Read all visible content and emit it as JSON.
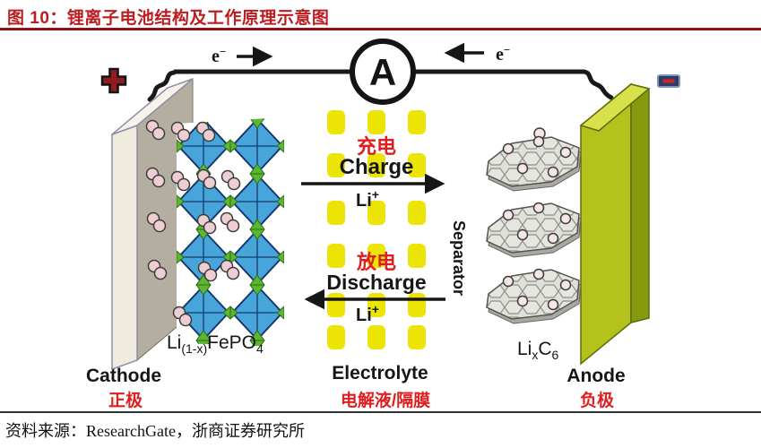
{
  "header": {
    "title": "图 10：锂离子电池结构及工作原理示意图"
  },
  "footer": {
    "source": "资料来源：ResearchGate，浙商证券研究所"
  },
  "circuit": {
    "ammeter_label": "A",
    "electron": {
      "base": "e",
      "sup": "−"
    },
    "plus_terminal": "+",
    "minus_terminal": "−"
  },
  "labels": {
    "charge_zh": "充电",
    "charge_en": "Charge",
    "discharge_zh": "放电",
    "discharge_en": "Discharge",
    "ion_base": "Li",
    "ion_sup": "+",
    "separator": "Separator"
  },
  "cathode": {
    "label_en": "Cathode",
    "label_zh": "正极",
    "formula": {
      "a": "Li",
      "b": "(1-x)",
      "c": "FePO",
      "d": "4"
    }
  },
  "anode": {
    "label_en": "Anode",
    "label_zh": "负极",
    "formula": {
      "a": "Li",
      "b": "x",
      "c": "C",
      "d": "6"
    }
  },
  "electrolyte": {
    "label_en": "Electrolyte",
    "label_zh": "电解液/隔膜"
  },
  "colors": {
    "title_red": "#bb1d21",
    "underline_red": "#8a1417",
    "label_red": "#e01e1f",
    "text_dark": "#1a1a1a",
    "wire_black": "#191919",
    "pill_yellow": "#ece405",
    "crystal_blue": "#48a5da",
    "crystal_blue_edge": "#14386b",
    "crystal_green": "#5cb633",
    "crystal_green_edge": "#2d6b14",
    "ion_pink": "#eecdd3",
    "cathode_front": "#f0ecdd",
    "cathode_top": "#f6f3e8",
    "cathode_side": "#b3ae9f",
    "anode_front": "#b4c31c",
    "anode_top": "#d8e14a",
    "anode_side": "#86990f",
    "graphite_fill": "#e0e0da",
    "graphite_edge": "#55554f",
    "minus_badge": "#2d3b68",
    "minus_border": "#7b97b6",
    "minus_bar": "#d42028"
  }
}
